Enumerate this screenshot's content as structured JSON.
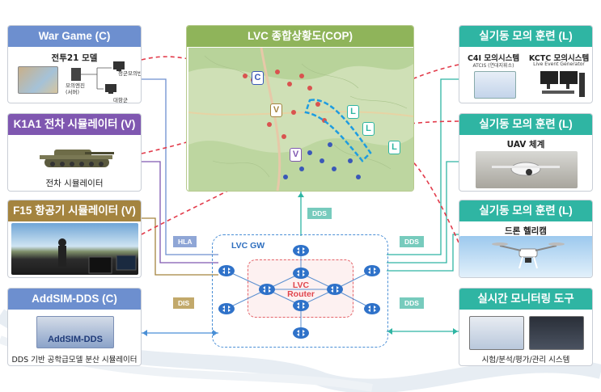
{
  "panels": {
    "wargame": {
      "title": "War Game (C)",
      "subtitle": "전투21 모델",
      "node1": "청군모의반",
      "node2": "모의엔진\n(서버)",
      "node3": "대항군"
    },
    "k1a1": {
      "title": "K1A1 전차 시뮬레이터 (V)",
      "caption": "전차 시뮬레이터"
    },
    "f15": {
      "title": "F15 항공기 시뮬레이터 (V)"
    },
    "addsim": {
      "title": "AddSIM-DDS (C)",
      "logo_text": "AddSIM-DDS",
      "caption": "DDS 기반 공학급모델 분산 시뮬레이터"
    },
    "cop": {
      "title": "LVC 종합상황도(COP)"
    },
    "live1": {
      "title": "실기동 모의 훈련 (L)",
      "sys1_name": "C4I 모의시스템",
      "sys1_sub": "ATCIS (연대지휘소)",
      "sys2_name": "KCTC 모의시스템",
      "sys2_sub": "Live Event Generator"
    },
    "live2": {
      "title": "실기동 모의 훈련 (L)",
      "caption": "UAV 체계"
    },
    "live3": {
      "title": "실기동 모의 훈련 (L)",
      "caption": "드론 헬리캠"
    },
    "monitor": {
      "title": "실시간 모니터링 도구",
      "caption": "시험/분석/평가/관리 시스템"
    }
  },
  "gateway": {
    "label": "LVC GW",
    "router_label_1": "LVC",
    "router_label_2": "Router"
  },
  "tags": {
    "hla": "HLA",
    "dis": "DIS",
    "dds_top": "DDS",
    "dds_right1": "DDS",
    "dds_right2": "DDS"
  },
  "markers": {
    "c": "C",
    "v1": "V",
    "v2": "V",
    "l1": "L",
    "l2": "L",
    "l3": "L"
  },
  "colors": {
    "blue": "#6d8fcf",
    "purple": "#7f57b0",
    "olive": "#a4843f",
    "teal": "#2fb5a3",
    "green": "#8fb45a",
    "red_dashed": "#e23a4a"
  }
}
